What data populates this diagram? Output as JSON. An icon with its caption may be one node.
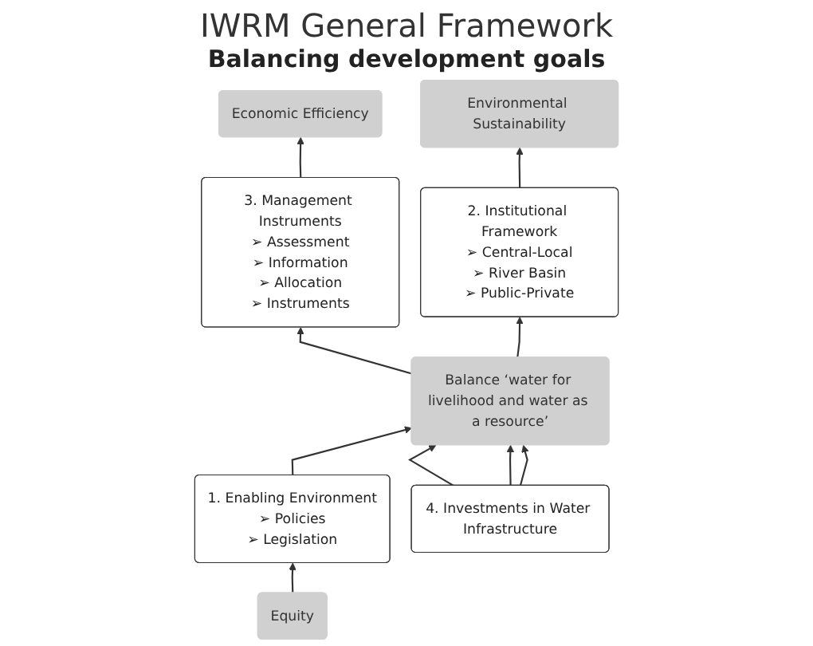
{
  "diagram": {
    "title": "IWRM General Framework",
    "nodes": [
      {
        "text": [
          "Economic Efficiency"
        ]
      },
      {
        "text": [
          "Equity"
        ]
      },
      {
        "text": [
          "Environmental Sustainability"
        ]
      },
      {
        "text": [
          "3. Management Instruments",
          "➢ Assessment",
          "➢ Information",
          "➢ Allocation",
          "➢ Instruments"
        ]
      },
      {
        "text": [
          "1. Enabling Environment",
          "➢ Policies",
          "➢ Legislation"
        ]
      },
      {
        "text": [
          "2. Institutional Framework",
          "➢ Central-Local",
          "➢ River Basin",
          "➢ Public-Private"
        ]
      },
      {
        "text": [
          "Balance ‘water for livelihood and water as a resource’"
        ]
      },
      {
        "text": [
          "4. Investments in Water Infrastructure"
        ]
      }
    ],
    "edges": [
      {
        "from": 3,
        "to": 0,
        "arrow": "to"
      },
      {
        "from": 1,
        "to": 4,
        "arrow": "to"
      },
      {
        "from": 5,
        "to": 2,
        "arrow": "to"
      },
      {
        "from": 6,
        "to": 3,
        "arrow": "to"
      },
      {
        "from": 4,
        "to": 6,
        "arrow": "to"
      },
      {
        "from": 6,
        "to": 5,
        "arrow": "to"
      },
      {
        "from": 7,
        "to": 6,
        "arrow": "to"
      },
      {
        "from": 7,
        "to": 6,
        "arrow": "to"
      },
      {
        "from": 7,
        "to": 6,
        "arrow": "to"
      }
    ],
    "labels": [
      "Balancing development goals"
    ]
  }
}
